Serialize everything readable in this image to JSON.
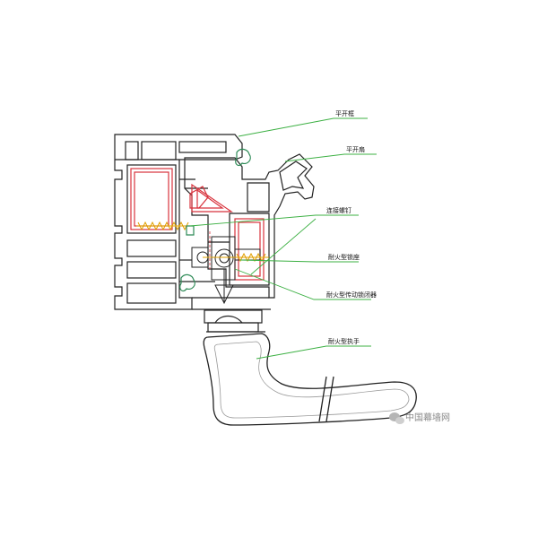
{
  "callouts": {
    "frame": "平开框",
    "sash": "平开扇",
    "screw": "连接螺钉",
    "lock_seat": "耐火型锁座",
    "lock": "耐火型传动锁闭器",
    "handle": "耐火型执手"
  },
  "watermark": "中国幕墙网",
  "colors": {
    "outline": "#222222",
    "gasket": "#2e8b57",
    "leader": "#3cb043",
    "red_detail": "#d8323c",
    "orange_detail": "#e0a000"
  }
}
